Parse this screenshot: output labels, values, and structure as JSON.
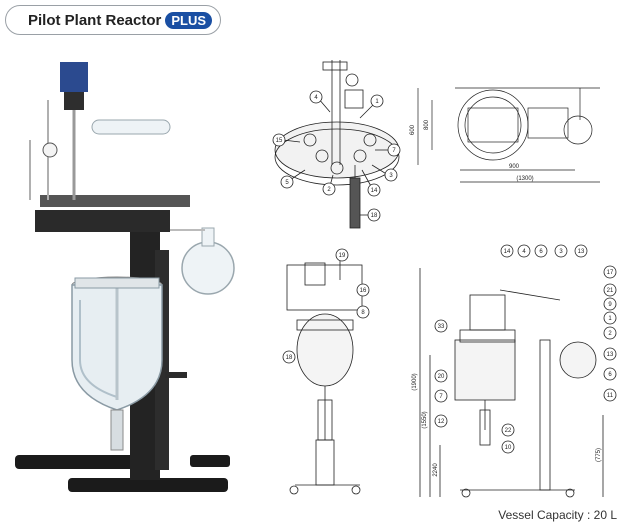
{
  "header": {
    "title": "Pilot Plant Reactor",
    "badge": "PLUS"
  },
  "caption": "Vessel Capacity : 20 L",
  "callouts": {
    "top_view": [
      "4",
      "1",
      "15",
      "7",
      "5",
      "2",
      "14",
      "3",
      "18"
    ],
    "side_view": [
      "19",
      "16",
      "8",
      "18"
    ],
    "front_view": [
      "14",
      "6",
      "4",
      "3",
      "13",
      "17",
      "21",
      "9",
      "1",
      "2",
      "33",
      "13",
      "6",
      "20",
      "7",
      "11",
      "12",
      "22",
      "10"
    ]
  },
  "dimensions": {
    "plan": [
      "600",
      "900",
      "(1300)",
      "800"
    ],
    "front": [
      "(1900)",
      "(1550)",
      "(775)",
      "2240"
    ]
  }
}
